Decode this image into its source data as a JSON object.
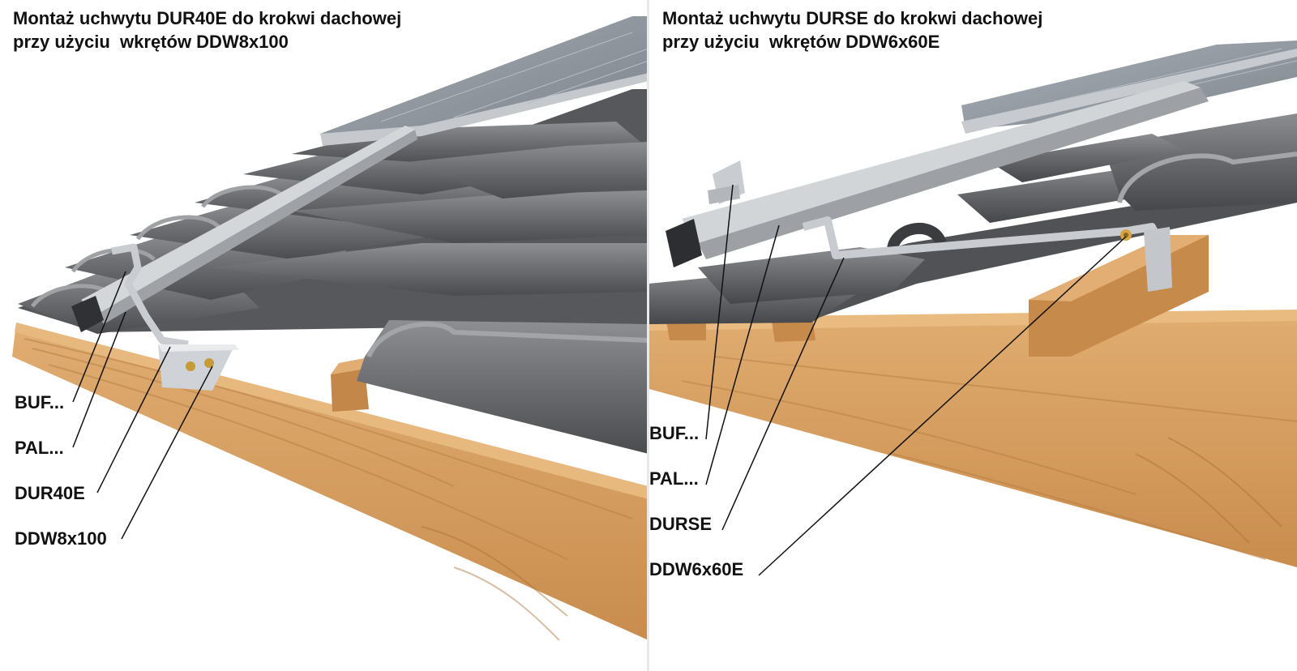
{
  "colors": {
    "tile": "#6b6d70",
    "tile_dark": "#3e4043",
    "tile_light": "#9a9c9f",
    "wood": "#d6a066",
    "wood_dark": "#b47b3f",
    "rail": "#c2c5c9",
    "panel_glass": "#8f959c",
    "leader_line": "#111111"
  },
  "left_panel": {
    "title_line1": "Montaż uchwytu DUR40E do krokwi dachowej",
    "title_line2": "przy użyciu  wkrętów DDW8x100",
    "labels": [
      "BUF...",
      "PAL...",
      "DUR40E",
      "DDW8x100"
    ]
  },
  "right_panel": {
    "title_line1": "Montaż uchwytu DURSE do krokwi dachowej",
    "title_line2": "przy użyciu  wkrętów DDW6x60E",
    "labels": [
      "BUF...",
      "PAL...",
      "DURSE",
      "DDW6x60E"
    ]
  }
}
